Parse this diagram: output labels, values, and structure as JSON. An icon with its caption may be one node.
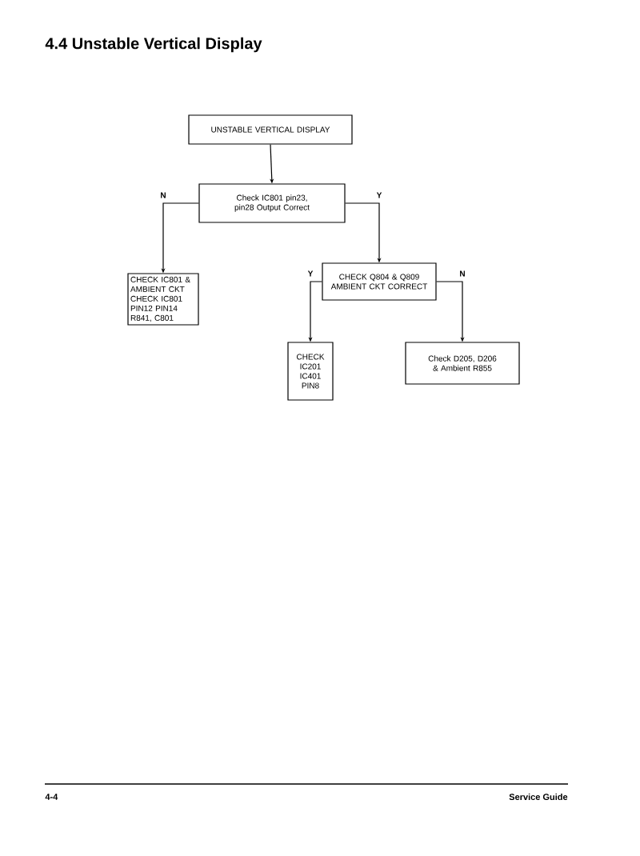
{
  "diagram": {
    "title": "4.4 Unstable Vertical Display",
    "nodes": [
      {
        "text": [
          "UNSTABLE VERTICAL DISPLAY"
        ]
      },
      {
        "text": [
          "Check IC801 pin23, pin28 Output Correct"
        ]
      },
      {
        "text": [
          "CHECK IC801 & AMBIENT CKT CHECK IC801 PIN12 PIN14 R841, C801"
        ]
      },
      {
        "text": [
          "CHECK Q804 & Q809 AMBIENT CKT CORRECT"
        ]
      },
      {
        "text": [
          "CHECK IC201 IC401 PIN8"
        ]
      },
      {
        "text": [
          "Check D205, D206 & Ambient R855"
        ]
      }
    ],
    "edges": [
      {
        "from": 0,
        "to": 1,
        "arrow": "to"
      },
      {
        "from": 1,
        "to": 2,
        "arrow": "to",
        "label": "N"
      },
      {
        "from": 1,
        "to": 3,
        "arrow": "to",
        "label": "Y"
      },
      {
        "from": 3,
        "to": 4,
        "arrow": "to",
        "label": "Y"
      },
      {
        "from": 3,
        "to": 5,
        "arrow": "to",
        "label": "N"
      }
    ],
    "labels": [
      "4-4",
      "Service Guide"
    ]
  }
}
